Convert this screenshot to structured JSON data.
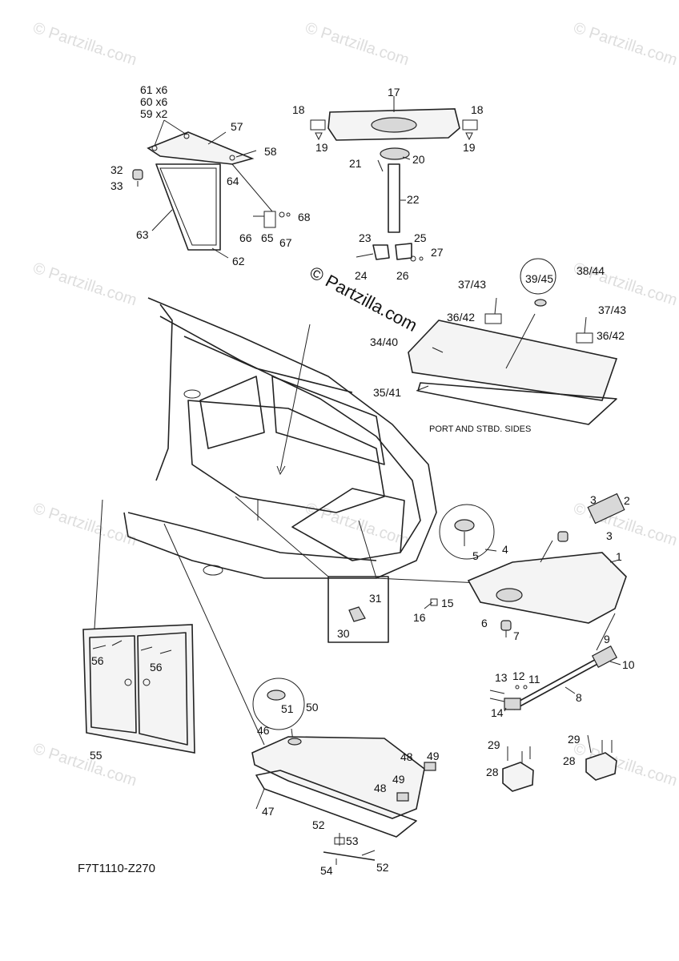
{
  "watermark": "© Partzilla.com",
  "brand_watermark": "© Partzilla.com",
  "figure_code": "F7T1110-Z270",
  "note": "PORT AND STBD. SIDES",
  "callouts": {
    "c1": "1",
    "c2": "2",
    "c3a": "3",
    "c3b": "3",
    "c4": "4",
    "c5": "5",
    "c6": "6",
    "c7": "7",
    "c8": "8",
    "c9": "9",
    "c10": "10",
    "c11": "11",
    "c12": "12",
    "c13": "13",
    "c14": "14",
    "c15": "15",
    "c16": "16",
    "c17": "17",
    "c18a": "18",
    "c18b": "18",
    "c19a": "19",
    "c19b": "19",
    "c20": "20",
    "c21": "21",
    "c22": "22",
    "c23": "23",
    "c24": "24",
    "c25": "25",
    "c26": "26",
    "c27": "27",
    "c28a": "28",
    "c28b": "28",
    "c29a": "29",
    "c29b": "29",
    "c30": "30",
    "c31": "31",
    "c32": "32",
    "c33": "33",
    "c34": "34/40",
    "c35": "35/41",
    "c36a": "36/42",
    "c36b": "36/42",
    "c37a": "37/43",
    "c37b": "37/43",
    "c38": "38/44",
    "c39": "39/45",
    "c46": "46",
    "c47": "47",
    "c48a": "48",
    "c48b": "48",
    "c49a": "49",
    "c49b": "49",
    "c50": "50",
    "c51": "51",
    "c52a": "52",
    "c52b": "52",
    "c53": "53",
    "c54": "54",
    "c55": "55",
    "c56a": "56",
    "c56b": "56",
    "c57": "57",
    "c58": "58",
    "c59": "59 x2",
    "c60": "60 x6",
    "c61": "61 x6",
    "c62": "62",
    "c63": "63",
    "c64": "64",
    "c65": "65",
    "c66": "66",
    "c67": "67",
    "c68": "68"
  }
}
